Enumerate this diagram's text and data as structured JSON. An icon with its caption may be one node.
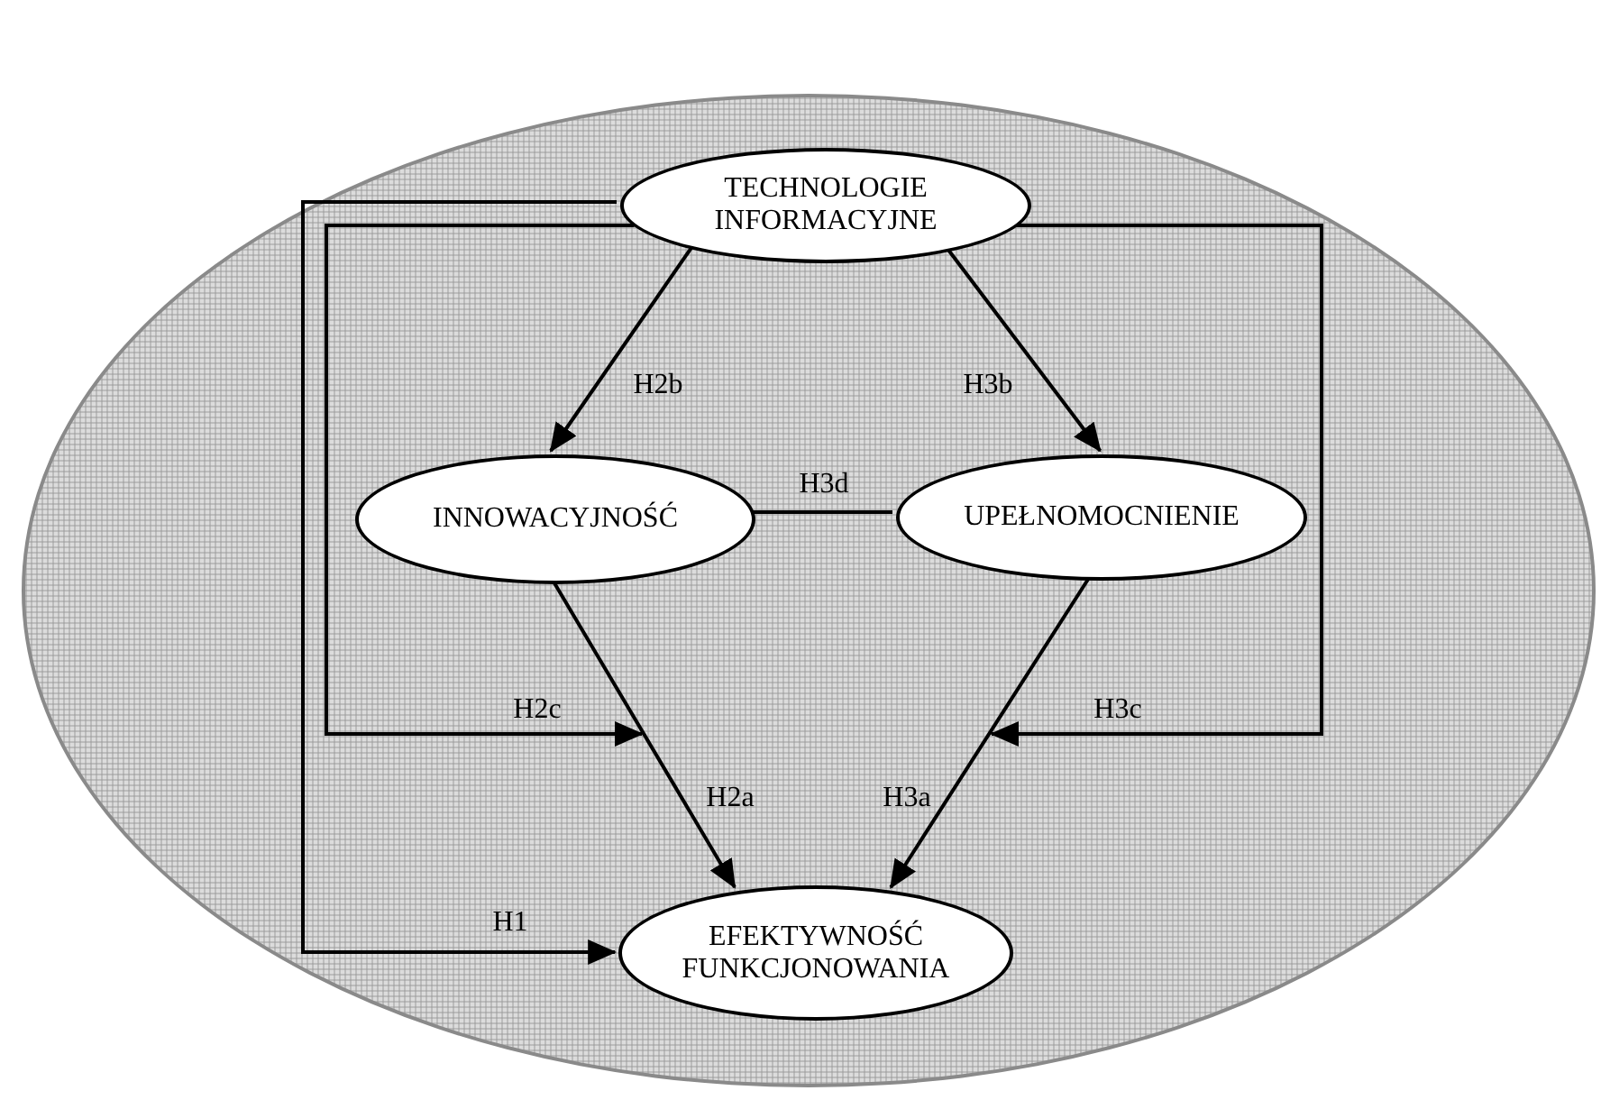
{
  "diagram": {
    "nodes": [
      {
        "text": [],
        "shape": "ellipse"
      },
      {
        "text": [
          "TECHNOLOGIE INFORMACYJNE"
        ],
        "in": 0
      },
      {
        "text": [
          "INNOWACYJNOŚĆ"
        ],
        "in": 0
      },
      {
        "text": [
          "UPEŁNOMOCNIENIE"
        ],
        "in": 0
      },
      {
        "text": [
          "EFEKTYWNOŚĆ FUNKCJONOWANIA"
        ],
        "in": 0
      }
    ],
    "edges": [
      {
        "from": 1,
        "to": 2,
        "arrow": "to",
        "label": "H2b"
      },
      {
        "from": 1,
        "to": 3,
        "arrow": "to",
        "label": "H3b"
      },
      {
        "from": 2,
        "to": 3,
        "arrow": "none",
        "label": "H3d"
      },
      {
        "from": 2,
        "to": 4,
        "arrow": "to",
        "label": "H2a"
      },
      {
        "from": 3,
        "to": 4,
        "arrow": "to",
        "label": "H3a"
      },
      {
        "from": 1,
        "to": 4,
        "arrow": "to",
        "label": "H1"
      },
      {
        "from": 1,
        "to": null,
        "arrow": "to",
        "label": "H2c"
      },
      {
        "from": 1,
        "to": null,
        "arrow": "to",
        "label": "H3c"
      }
    ]
  }
}
